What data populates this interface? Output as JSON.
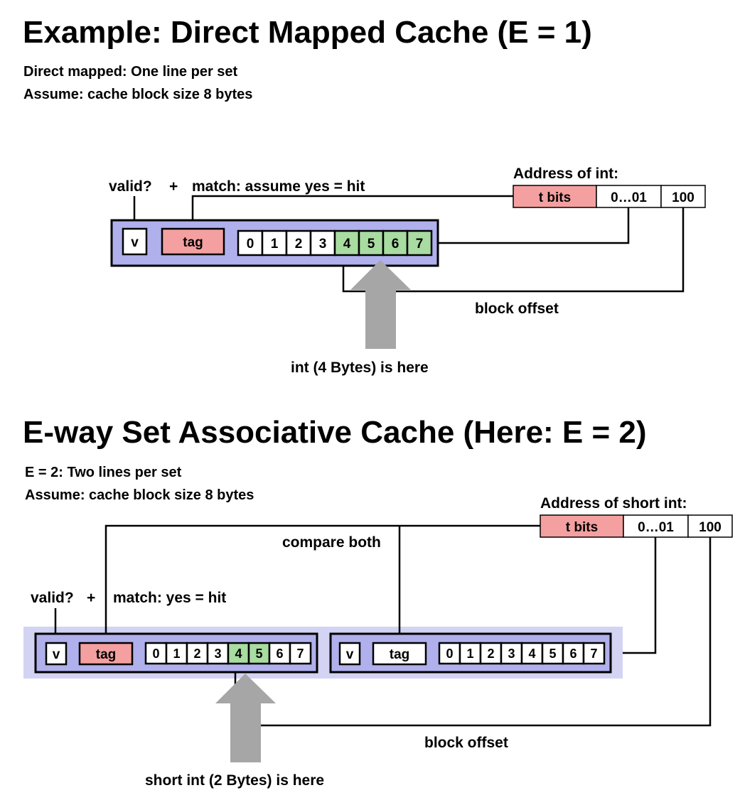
{
  "section1": {
    "title": "Example: Direct Mapped Cache (E = 1)",
    "subtitle_line1": "Direct mapped: One line per set",
    "subtitle_line2": "Assume: cache block size 8 bytes",
    "valid_label": "valid?",
    "plus": "+",
    "match_label": "match: assume yes = hit",
    "address_title": "Address of int:",
    "address_fields": [
      "t bits",
      "0…01",
      "100"
    ],
    "v_label": "v",
    "tag_label": "tag",
    "bytes": [
      "0",
      "1",
      "2",
      "3",
      "4",
      "5",
      "6",
      "7"
    ],
    "highlighted_bytes": [
      4,
      5,
      6,
      7
    ],
    "block_offset_label": "block offset",
    "arrow_label": "int (4 Bytes) is here"
  },
  "section2": {
    "title": "E-way Set Associative Cache (Here: E = 2)",
    "subtitle_line1": "E = 2: Two lines per set",
    "subtitle_line2": "Assume: cache block size 8 bytes",
    "address_title": "Address of short int:",
    "address_fields": [
      "t bits",
      "0…01",
      "100"
    ],
    "compare_label": "compare both",
    "valid_label": "valid?",
    "plus": "+",
    "match_label": "match: yes = hit",
    "v_label": "v",
    "tag_label": "tag",
    "bytes": [
      "0",
      "1",
      "2",
      "3",
      "4",
      "5",
      "6",
      "7"
    ],
    "highlighted_bytes_line1": [
      4,
      5
    ],
    "block_offset_label": "block offset",
    "arrow_label": "short int (2 Bytes) is here"
  },
  "colors": {
    "tag_red": "#f4a0a0",
    "byte_green": "#a8dca0",
    "cache_blue": "#b0b0ec",
    "set_bg": "#d3d3f3",
    "arrow_gray": "#a6a6a6"
  }
}
